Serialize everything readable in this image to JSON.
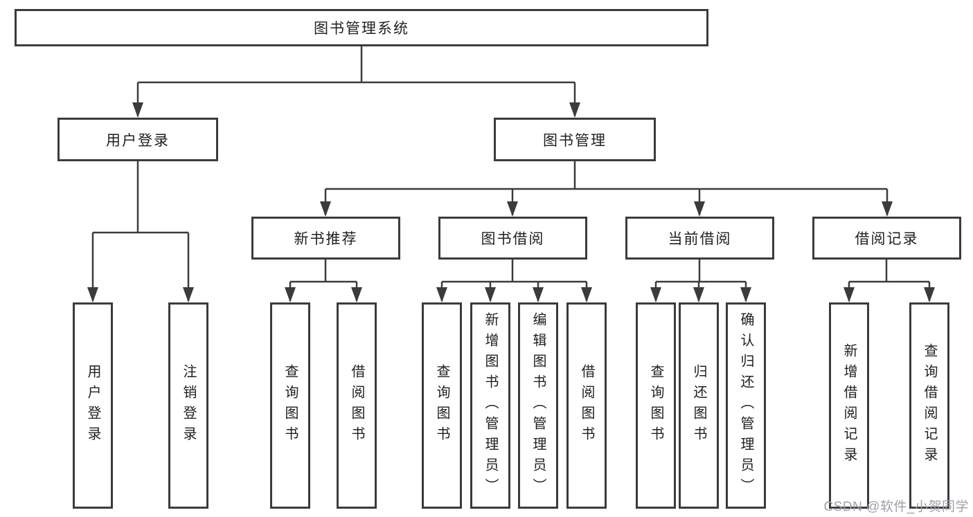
{
  "tree": {
    "root": "图书管理系统",
    "branches": [
      {
        "label": "用户登录",
        "children": [
          "用户登录",
          "注销登录"
        ]
      },
      {
        "label": "图书管理",
        "groups": [
          {
            "label": "新书推荐",
            "children": [
              "查询图书",
              "借阅图书"
            ]
          },
          {
            "label": "图书借阅",
            "children": [
              "查询图书",
              "新增图书（管理员）",
              "编辑图书（管理员）",
              "借阅图书"
            ]
          },
          {
            "label": "当前借阅",
            "children": [
              "查询图书",
              "归还图书",
              "确认归还（管理员）"
            ]
          },
          {
            "label": "借阅记录",
            "children": [
              "新增借阅记录",
              "查询借阅记录"
            ]
          }
        ]
      }
    ]
  },
  "watermark": "CSDN @软件_小贺同学",
  "colors": {
    "line": "#3b3b3b",
    "box_border": "#3b3b3b",
    "box_fill": "#ffffff",
    "text": "#1f1f1f",
    "watermark": "#9fa0a8",
    "background": "#ffffff"
  }
}
